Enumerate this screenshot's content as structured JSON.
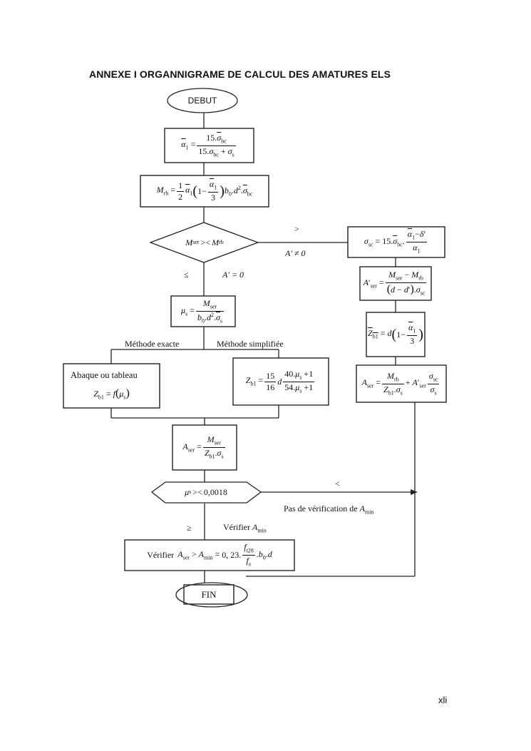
{
  "header": {
    "title": "ANNEXE I ORGANNIGRAME DE CALCUL DES AMATURES ELS"
  },
  "footer": {
    "page_number": "xli"
  },
  "flow": {
    "start": "DEBUT",
    "end": "FIN",
    "decision1": {
      "lhs": "M",
      "lhs_sub": "ser",
      "op": "><",
      "rhs": "M",
      "rhs_sub": "rb"
    },
    "decision2": {
      "var": "μ",
      "var_sub": "s",
      "op": "><",
      "value": "0,0018"
    },
    "labels": {
      "gt": ">",
      "le": "≤",
      "a_prime_neq0": "A′ ≠ 0",
      "a_prime_eq0": "A′ = 0",
      "methode_exacte": "Méthode exacte",
      "methode_simplifiee": "Méthode simplifiée",
      "lt": "<",
      "ge": "≥",
      "pas_verif": "Pas de vérification de",
      "pas_verif_var": "A",
      "pas_verif_sub": "min",
      "verifier": "Vérifier",
      "verifier_var": "A",
      "verifier_sub": "min"
    },
    "boxes": {
      "abaque_title": "Abaque ou tableau",
      "verif_prefix": "Vérifier",
      "verif_coef": "0, 23."
    }
  }
}
